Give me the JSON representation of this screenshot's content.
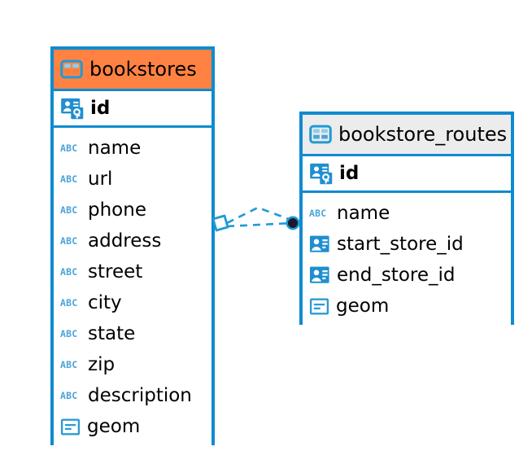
{
  "diagram": {
    "type": "entity-relationship-diagram",
    "background_color": "#ffffff",
    "accent_color": "#0f8bd0",
    "highlight_color": "#ff8243",
    "header_gray": "#ececec"
  },
  "entities": [
    {
      "name": "bookstores",
      "header_style": "orange",
      "header_icon": "table-icon",
      "primary_key": {
        "label": "id",
        "icon": "primary-key-icon"
      },
      "fields": [
        {
          "label": "name",
          "icon": "abc-text-icon"
        },
        {
          "label": "url",
          "icon": "abc-text-icon"
        },
        {
          "label": "phone",
          "icon": "abc-text-icon"
        },
        {
          "label": "address",
          "icon": "abc-text-icon"
        },
        {
          "label": "street",
          "icon": "abc-text-icon"
        },
        {
          "label": "city",
          "icon": "abc-text-icon"
        },
        {
          "label": "state",
          "icon": "abc-text-icon"
        },
        {
          "label": "zip",
          "icon": "abc-text-icon"
        },
        {
          "label": "description",
          "icon": "abc-text-icon"
        },
        {
          "label": "geom",
          "icon": "geometry-icon"
        }
      ]
    },
    {
      "name": "bookstore_routes",
      "header_style": "gray",
      "header_icon": "table-icon",
      "primary_key": {
        "label": "id",
        "icon": "primary-key-icon"
      },
      "fields": [
        {
          "label": "name",
          "icon": "abc-text-icon"
        },
        {
          "label": "start_store_id",
          "icon": "foreign-key-icon"
        },
        {
          "label": "end_store_id",
          "icon": "foreign-key-icon"
        },
        {
          "label": "geom",
          "icon": "geometry-icon"
        }
      ]
    }
  ],
  "relationship": {
    "from_entity": "bookstores",
    "to_entity": "bookstore_routes",
    "line_style": "dashed",
    "line_color": "#1f9ad6",
    "source_marker": "diamond-marker",
    "target_marker": "filled-dot-marker"
  },
  "icon_glyphs": {
    "abc_text": "ABC"
  }
}
